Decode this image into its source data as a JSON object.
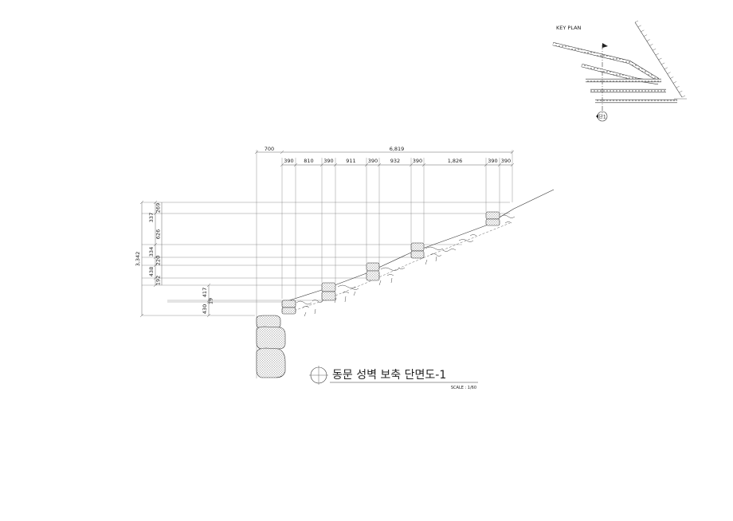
{
  "key_plan": {
    "label": "KEY PLAN",
    "marker": "단1"
  },
  "dimensions": {
    "top_total": [
      "700",
      "6,819"
    ],
    "top_segments": [
      "390",
      "810",
      "390",
      "911",
      "390",
      "932",
      "390",
      "1,826",
      "390",
      "390"
    ],
    "left_total": "3,342",
    "left_group": [
      "269",
      "337",
      "626",
      "334",
      "220",
      "438",
      "192"
    ],
    "inner_left": [
      "417",
      "19",
      "430"
    ]
  },
  "title": {
    "text": "동문 성벽 보축 단면도-1",
    "scale": "SCALE : 1/60"
  }
}
